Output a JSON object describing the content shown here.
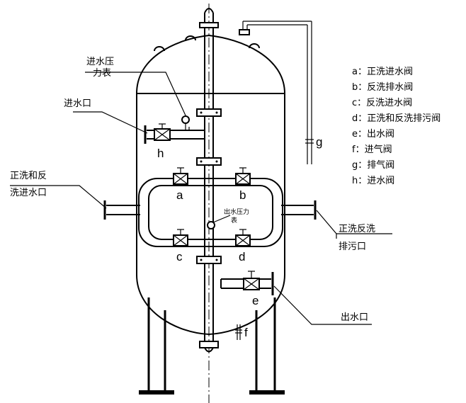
{
  "labels": {
    "pressure_gauge_inlet_line1": "进水压",
    "pressure_gauge_inlet_line2": "力表",
    "water_inlet": "进水口",
    "forward_backwash_inlet_line1": "正洗和反",
    "forward_backwash_inlet_line2": "洗进水口",
    "outlet_pressure_gauge_line1": "出水压力",
    "outlet_pressure_gauge_line2": "表",
    "drain_outlet_line1": "正洗反洗",
    "drain_outlet_line2": "排污口",
    "water_outlet": "出水口"
  },
  "valves": {
    "a": "a",
    "b": "b",
    "c": "c",
    "d": "d",
    "e": "e",
    "f": "f",
    "g": "g",
    "h": "h"
  },
  "legend": [
    "a：正洗进水阀",
    "b：反洗排水阀",
    "c：反洗进水阀",
    "d：正洗和反洗排污阀",
    "e：出水阀",
    "f：进气阀",
    "g：排气阀",
    "h：进水阀"
  ]
}
